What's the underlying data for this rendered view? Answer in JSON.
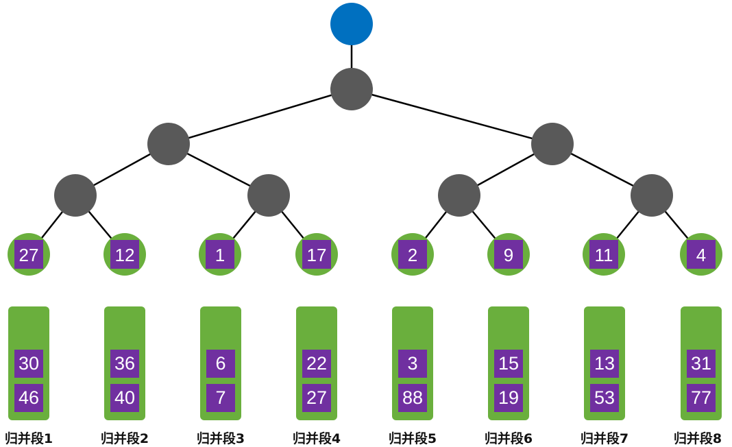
{
  "colors": {
    "root": "#0070c0",
    "internal": "#595959",
    "leaf_ring": "#6aaf3d",
    "leaf_square": "#7030a0",
    "edge": "#000000"
  },
  "leaves": [
    "27",
    "12",
    "1",
    "17",
    "2",
    "9",
    "11",
    "4"
  ],
  "segments": [
    {
      "label": "归并段1",
      "values": [
        "30",
        "46"
      ]
    },
    {
      "label": "归并段2",
      "values": [
        "36",
        "40"
      ]
    },
    {
      "label": "归并段3",
      "values": [
        "6",
        "7"
      ]
    },
    {
      "label": "归并段4",
      "values": [
        "22",
        "27"
      ]
    },
    {
      "label": "归并段5",
      "values": [
        "3",
        "88"
      ]
    },
    {
      "label": "归并段6",
      "values": [
        "15",
        "19"
      ]
    },
    {
      "label": "归并段7",
      "values": [
        "13",
        "53"
      ]
    },
    {
      "label": "归并段8",
      "values": [
        "31",
        "77"
      ]
    }
  ]
}
